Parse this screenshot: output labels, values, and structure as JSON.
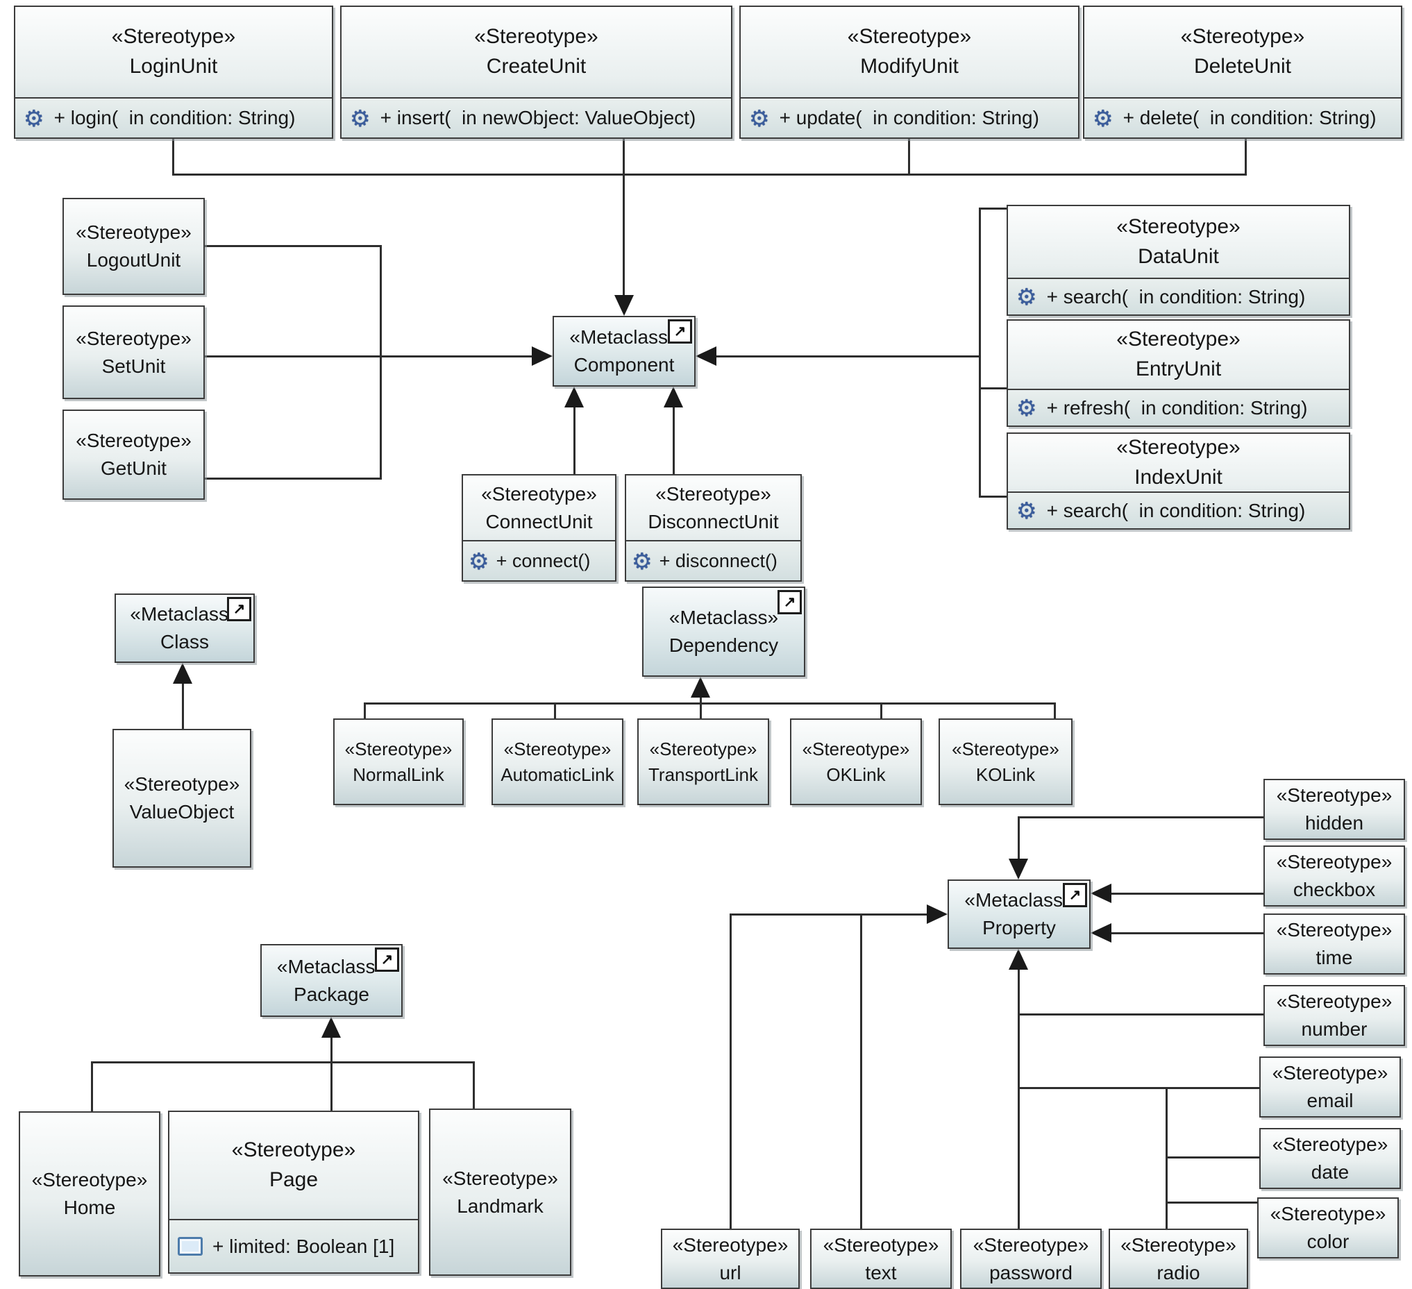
{
  "colors": {
    "node_border": "#3c3c3c",
    "node_fill_top": "#fcfdfd",
    "node_fill_bottom": "#c7d5d8",
    "operation_icon_blue": "#3b5d9c",
    "attribute_icon_blue": "#4d7cab",
    "connector": "#2e2e2e"
  },
  "icons": {
    "operation_glyph": "⚙",
    "shortcut_glyph": "↗"
  },
  "nodes": {
    "login_unit": {
      "keyword": "«Stereotype»",
      "name": "LoginUnit",
      "op": "+ login(  in condition: String)"
    },
    "create_unit": {
      "keyword": "«Stereotype»",
      "name": "CreateUnit",
      "op": "+ insert(  in newObject: ValueObject)"
    },
    "modify_unit": {
      "keyword": "«Stereotype»",
      "name": "ModifyUnit",
      "op": "+ update(  in condition: String)"
    },
    "delete_unit": {
      "keyword": "«Stereotype»",
      "name": "DeleteUnit",
      "op": "+ delete(  in condition: String)"
    },
    "logout_unit": {
      "keyword": "«Stereotype»",
      "name": "LogoutUnit"
    },
    "set_unit": {
      "keyword": "«Stereotype»",
      "name": "SetUnit"
    },
    "get_unit": {
      "keyword": "«Stereotype»",
      "name": "GetUnit"
    },
    "component": {
      "keyword": "«Metaclass»",
      "name": "Component"
    },
    "data_unit": {
      "keyword": "«Stereotype»",
      "name": "DataUnit",
      "op": "+ search(  in condition: String)"
    },
    "entry_unit": {
      "keyword": "«Stereotype»",
      "name": "EntryUnit",
      "op": "+ refresh(  in condition: String)"
    },
    "index_unit": {
      "keyword": "«Stereotype»",
      "name": "IndexUnit",
      "op": "+ search(  in condition: String)"
    },
    "connect_unit": {
      "keyword": "«Stereotype»",
      "name": "ConnectUnit",
      "op": "+ connect()"
    },
    "disconnect_unit": {
      "keyword": "«Stereotype»",
      "name": "DisconnectUnit",
      "op": "+ disconnect()"
    },
    "class_metaclass": {
      "keyword": "«Metaclass»",
      "name": "Class"
    },
    "value_object": {
      "keyword": "«Stereotype»",
      "name": "ValueObject"
    },
    "dependency": {
      "keyword": "«Metaclass»",
      "name": "Dependency"
    },
    "normal_link": {
      "keyword": "«Stereotype»",
      "name": "NormalLink"
    },
    "automatic_link": {
      "keyword": "«Stereotype»",
      "name": "AutomaticLink"
    },
    "transport_link": {
      "keyword": "«Stereotype»",
      "name": "TransportLink"
    },
    "ok_link": {
      "keyword": "«Stereotype»",
      "name": "OKLink"
    },
    "ko_link": {
      "keyword": "«Stereotype»",
      "name": "KOLink"
    },
    "package_metaclass": {
      "keyword": "«Metaclass»",
      "name": "Package"
    },
    "home": {
      "keyword": "«Stereotype»",
      "name": "Home"
    },
    "page": {
      "keyword": "«Stereotype»",
      "name": "Page",
      "attr": "+ limited: Boolean [1]"
    },
    "landmark": {
      "keyword": "«Stereotype»",
      "name": "Landmark"
    },
    "property_metaclass": {
      "keyword": "«Metaclass»",
      "name": "Property"
    },
    "hidden": {
      "keyword": "«Stereotype»",
      "name": "hidden"
    },
    "checkbox": {
      "keyword": "«Stereotype»",
      "name": "checkbox"
    },
    "time": {
      "keyword": "«Stereotype»",
      "name": "time"
    },
    "number": {
      "keyword": "«Stereotype»",
      "name": "number"
    },
    "email": {
      "keyword": "«Stereotype»",
      "name": "email"
    },
    "date": {
      "keyword": "«Stereotype»",
      "name": "date"
    },
    "color": {
      "keyword": "«Stereotype»",
      "name": "color"
    },
    "url": {
      "keyword": "«Stereotype»",
      "name": "url"
    },
    "text": {
      "keyword": "«Stereotype»",
      "name": "text"
    },
    "password": {
      "keyword": "«Stereotype»",
      "name": "password"
    },
    "radio": {
      "keyword": "«Stereotype»",
      "name": "radio"
    }
  }
}
